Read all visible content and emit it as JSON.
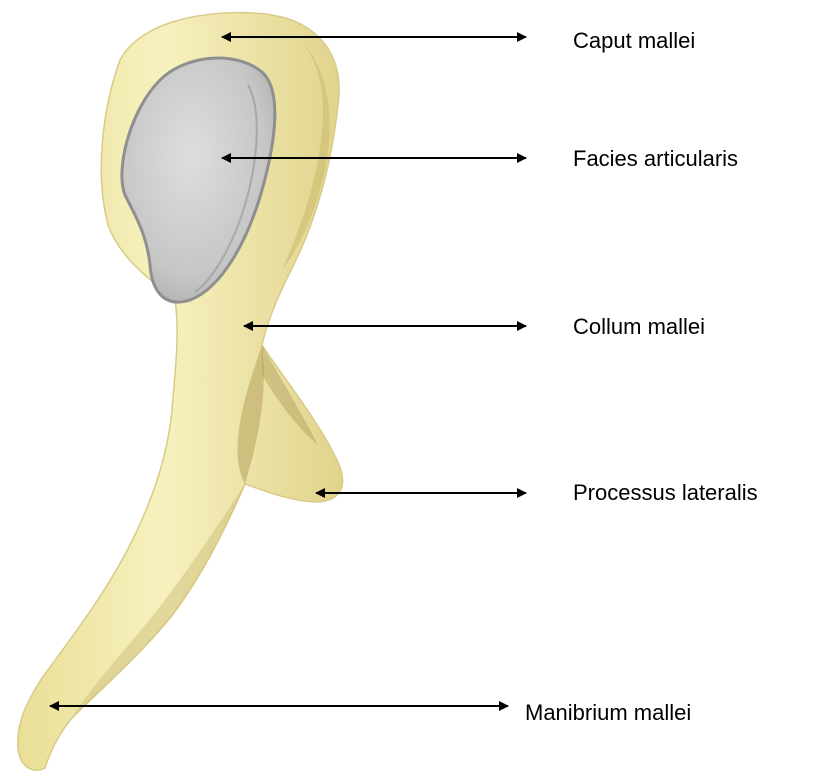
{
  "labels": [
    "Caput mallei",
    "Facies articularis",
    "Collum mallei",
    "Processus lateralis",
    "Manibrium mallei"
  ],
  "colors": {
    "bone": "#f2eaa8",
    "bone_shadow": "#cfc27a",
    "bone_dark": "#a9985a",
    "articular_surface": "#c9c9c9",
    "articular_edge": "#8f8f8f",
    "arrow": "#000000",
    "background": "#ffffff"
  }
}
